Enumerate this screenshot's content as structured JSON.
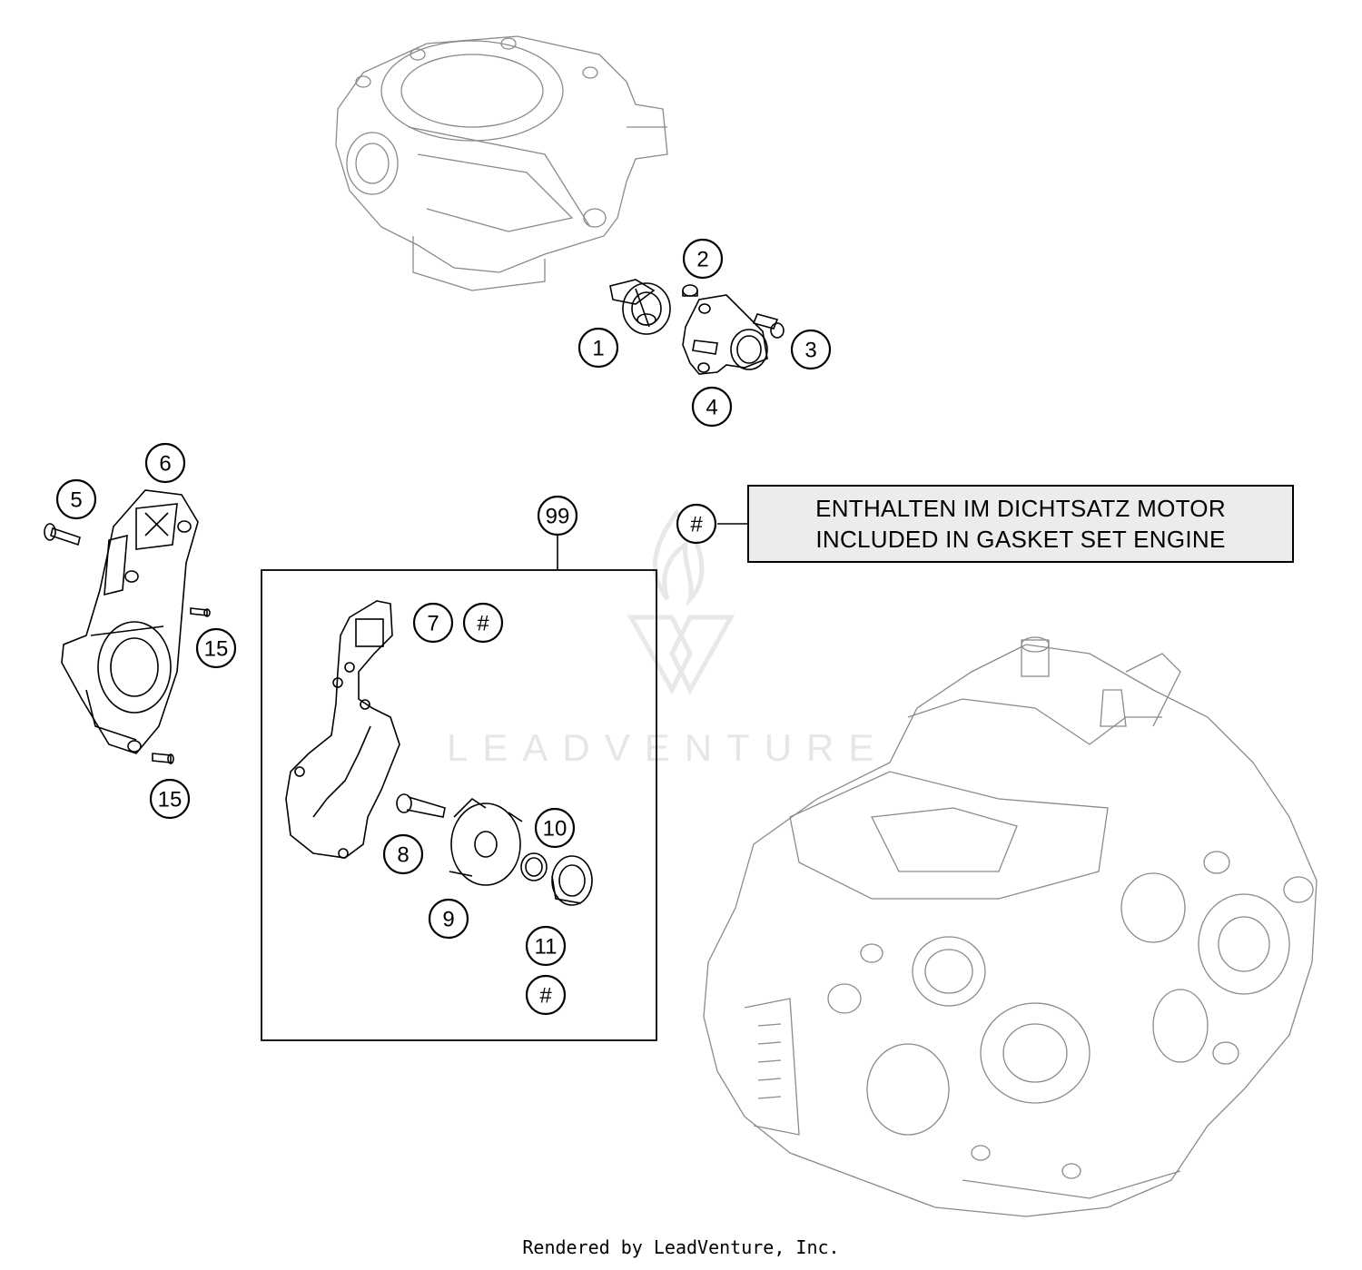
{
  "callouts": {
    "c1": "1",
    "c2": "2",
    "c3": "3",
    "c4": "4",
    "c5": "5",
    "c6": "6",
    "c7": "7",
    "c7hash": "#",
    "c8": "8",
    "c9": "9",
    "c10": "10",
    "c11": "11",
    "c11hash": "#",
    "c15a": "15",
    "c15b": "15",
    "c99": "99",
    "legend_hash": "#"
  },
  "legend": {
    "line1": "ENTHALTEN IM DICHTSATZ MOTOR",
    "line2": "INCLUDED IN GASKET SET ENGINE"
  },
  "watermark": "LEADVENTURE",
  "footer": "Rendered by LeadVenture, Inc."
}
